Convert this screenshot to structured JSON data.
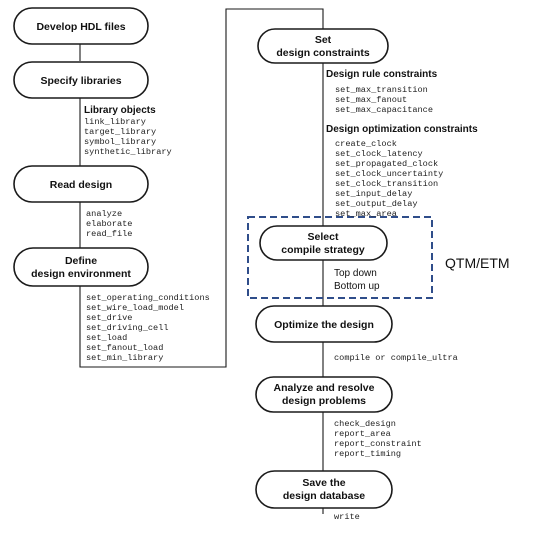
{
  "nodes": {
    "develop_hdl": [
      "Develop HDL files"
    ],
    "specify_libraries": [
      "Specify libraries"
    ],
    "read_design": [
      "Read design"
    ],
    "define_env": [
      "Define",
      "design environment"
    ],
    "set_constraints": [
      "Set",
      "design constraints"
    ],
    "select_strategy": [
      "Select",
      "compile strategy"
    ],
    "optimize": [
      "Optimize the design"
    ],
    "analyze_resolve": [
      "Analyze and resolve",
      "design problems"
    ],
    "save_db": [
      "Save the",
      "design database"
    ]
  },
  "library_objects": {
    "header": "Library objects",
    "commands": [
      "link_library",
      "target_library",
      "symbol_library",
      "synthetic_library"
    ]
  },
  "read_commands": [
    "analyze",
    "elaborate",
    "read_file"
  ],
  "env_commands": [
    "set_operating_conditions",
    "set_wire_load_model",
    "set_drive",
    "set_driving_cell",
    "set_load",
    "set_fanout_load",
    "set_min_library"
  ],
  "design_rule": {
    "header": "Design rule constraints",
    "commands": [
      "set_max_transition",
      "set_max_fanout",
      "set_max_capacitance"
    ]
  },
  "design_opt": {
    "header": "Design optimization constraints",
    "commands": [
      "create_clock",
      "set_clock_latency",
      "set_propagated_clock",
      "set_clock_uncertainty",
      "set_clock_transition",
      "set_input_delay",
      "set_output_delay",
      "set_max_area"
    ]
  },
  "strategies": [
    "Top down",
    "Bottom up"
  ],
  "qtm_label": "QTM/ETM",
  "compile_commands": [
    "compile or compile_ultra"
  ],
  "check_commands": [
    "check_design",
    "report_area",
    "report_constraint",
    "report_timing"
  ],
  "write_commands": [
    "write"
  ]
}
